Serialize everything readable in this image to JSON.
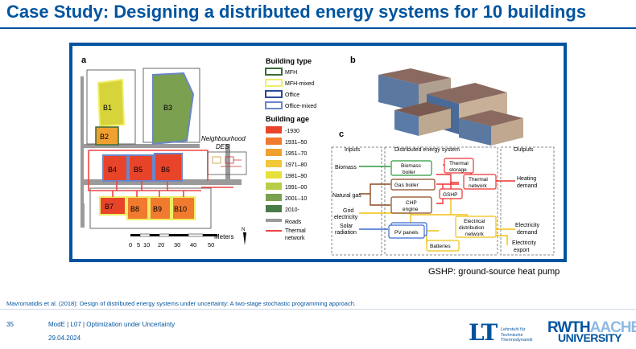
{
  "slide": {
    "title": "Case Study: Designing a distributed energy systems for 10 buildings",
    "caption": "GSHP: ground-source heat pump",
    "citation": "Mavromatidis et al. (2018): Design of distributed energy systems under uncertainty: A two-stage stochastic programming approach.",
    "page_number": "35",
    "course": "ModE | L07 | Optimization under Uncertainty",
    "date": "29.04.2024"
  },
  "logos": {
    "lt_mark": "LT",
    "lt_line1": "Lehrstuhl für",
    "lt_line2": "Technische",
    "lt_line3": "Thermodynamik",
    "rwth": "RWTH",
    "aachen": "AACHEN",
    "university": "UNIVERSITY"
  },
  "figure": {
    "panel_a": "a",
    "panel_b": "b",
    "panel_c": "c",
    "buildings": [
      "B1",
      "B2",
      "B3",
      "B4",
      "B5",
      "B6",
      "B7",
      "B8",
      "B9",
      "B10"
    ],
    "des_label1": "Neighbourhood",
    "des_label2": "DES",
    "north": "N",
    "scale_label": "Meters",
    "scale_ticks": [
      "0",
      "5",
      "10",
      "20",
      "30",
      "40",
      "50"
    ],
    "legend": {
      "type_title": "Building type",
      "types": [
        "MFH",
        "MFH-mixed",
        "Office",
        "Office-mixed"
      ],
      "age_title": "Building age",
      "ages": [
        "-1930",
        "1931–50",
        "1951–70",
        "1971–80",
        "1981–90",
        "1991–00",
        "2001–10",
        "2010-"
      ],
      "roads": "Roads",
      "thermal1": "Thermal",
      "thermal2": "network"
    },
    "flow": {
      "inputs": "Inputs",
      "system": "Distributed energy system",
      "outputs": "Outputs",
      "biomass": "Biomass",
      "natural_gas": "Natural gas",
      "grid1": "Grid",
      "grid2": "electricity",
      "solar1": "Solar",
      "solar2": "radiation",
      "biomass_boiler1": "Biomass",
      "biomass_boiler2": "boiler",
      "gas_boiler": "Gas boiler",
      "chp1": "CHP",
      "chp2": "engine",
      "thermal_storage1": "Thermal",
      "thermal_storage2": "storage",
      "thermal_network1": "Thermal",
      "thermal_network2": "network",
      "gshp": "GSHP",
      "electrical1": "Electrical",
      "electrical2": "distribution",
      "electrical3": "network",
      "pv_panels": "PV panels",
      "batteries": "Batteries",
      "heating1": "Heating",
      "heating2": "demand",
      "elec_demand1": "Electricity",
      "elec_demand2": "demand",
      "elec_export1": "Electricity",
      "elec_export2": "export"
    }
  }
}
